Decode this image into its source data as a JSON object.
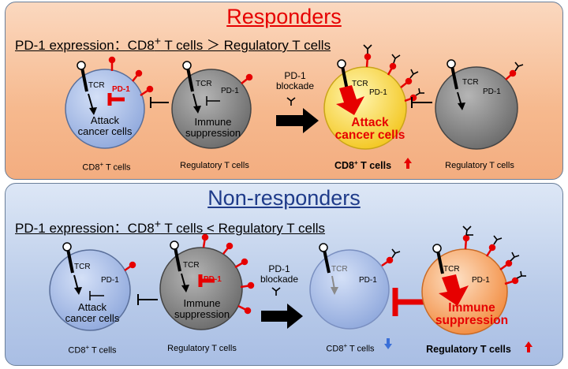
{
  "responders": {
    "title": "Responders",
    "expression_prefix": "PD-1 expression：CD8",
    "expression_sup": "+",
    "expression_suffix": " T cells ＞ Regulatory T cells",
    "blockade_line1": "PD-1",
    "blockade_line2": "blockade",
    "cells": {
      "cd8_before": {
        "tcr": "TCR",
        "pd1": "PD-1",
        "line1": "Attack",
        "line2": "cancer cells",
        "caption_pre": "CD8",
        "caption_sup": "+",
        "caption_post": " T cells"
      },
      "treg_before": {
        "tcr": "TCR",
        "pd1": "PD-1",
        "line1": "Immune",
        "line2": "suppression",
        "caption": "Regulatory T cells"
      },
      "cd8_after": {
        "tcr": "TCR",
        "pd1": "PD-1",
        "line1": "Attack",
        "line2": "cancer cells",
        "caption_pre": "CD8",
        "caption_sup": "+",
        "caption_post": " T cells"
      },
      "treg_after": {
        "tcr": "TCR",
        "pd1": "PD-1",
        "caption": "Regulatory T cells"
      }
    }
  },
  "non_responders": {
    "title": "Non-responders",
    "expression_prefix": "PD-1 expression：CD8",
    "expression_sup": "+",
    "expression_suffix": " T cells < Regulatory T cells",
    "blockade_line1": "PD-1",
    "blockade_line2": "blockade",
    "cells": {
      "cd8_before": {
        "tcr": "TCR",
        "pd1": "PD-1",
        "line1": "Attack",
        "line2": "cancer cells",
        "caption_pre": "CD8",
        "caption_sup": "+",
        "caption_post": " T cells"
      },
      "treg_before": {
        "tcr": "TCR",
        "pd1": "PD-1",
        "line1": "Immune",
        "line2": "suppression",
        "caption": "Regulatory T cells"
      },
      "cd8_after": {
        "tcr": "TCR",
        "pd1": "PD-1",
        "caption_pre": "CD8",
        "caption_sup": "+",
        "caption_post": " T cells"
      },
      "treg_after": {
        "tcr": "TCR",
        "pd1": "PD-1",
        "line1": "Immune",
        "line2": "suppression",
        "caption": "Regulatory T cells"
      }
    }
  },
  "colors": {
    "responders_title": "#e60000",
    "non_responders_title": "#1f3b8a",
    "cd8_cell": "#a9bde6",
    "treg_cell": "#8c8c8c",
    "activated_cd8": "#f7d43a",
    "activated_treg": "#f59a55",
    "pd1_receptor": "#e60000",
    "up_arrow": "#e60000",
    "down_arrow": "#3a6fd8"
  }
}
